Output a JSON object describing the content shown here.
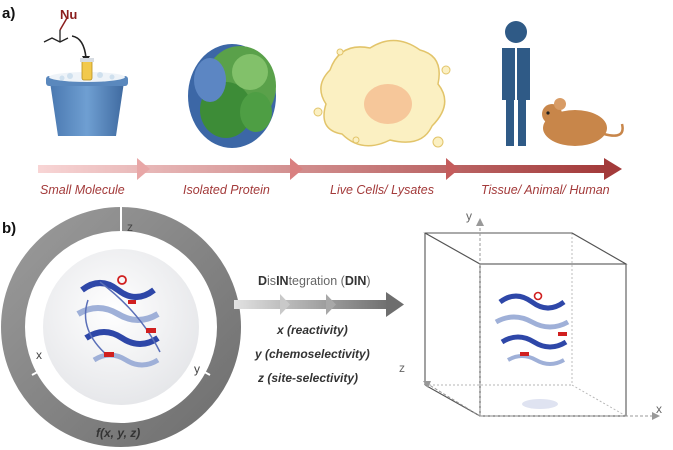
{
  "panel_a": {
    "label": "a)",
    "nucleophile": "Nu",
    "stages": [
      "Small Molecule",
      "Isolated Protein",
      "Live Cells/ Lysates",
      "Tissue/ Animal/ Human"
    ]
  },
  "panel_b": {
    "label": "b)",
    "ring_labels": {
      "z": "z",
      "x": "x",
      "y": "y"
    },
    "function_label": "f(x, y, z)",
    "din": {
      "p1": "D",
      "p2": "is",
      "p3": "IN",
      "p4": "tegration (",
      "p5": "DIN",
      "p6": ")"
    },
    "axes_descriptions": [
      "x (reactivity)",
      "y (chemoselectivity)",
      "z (site-selectivity)"
    ],
    "cube_axes": {
      "y": "y",
      "z": "z",
      "x": "x"
    }
  },
  "colors": {
    "arrow_dark": "#a33a3a",
    "arrow_light": "#f3c4c4",
    "helix_blue": "#2e47a8",
    "helix_light": "#9fb0d8",
    "highlight_red": "#d01f1f",
    "ring_gray": "#8a8a8a"
  }
}
